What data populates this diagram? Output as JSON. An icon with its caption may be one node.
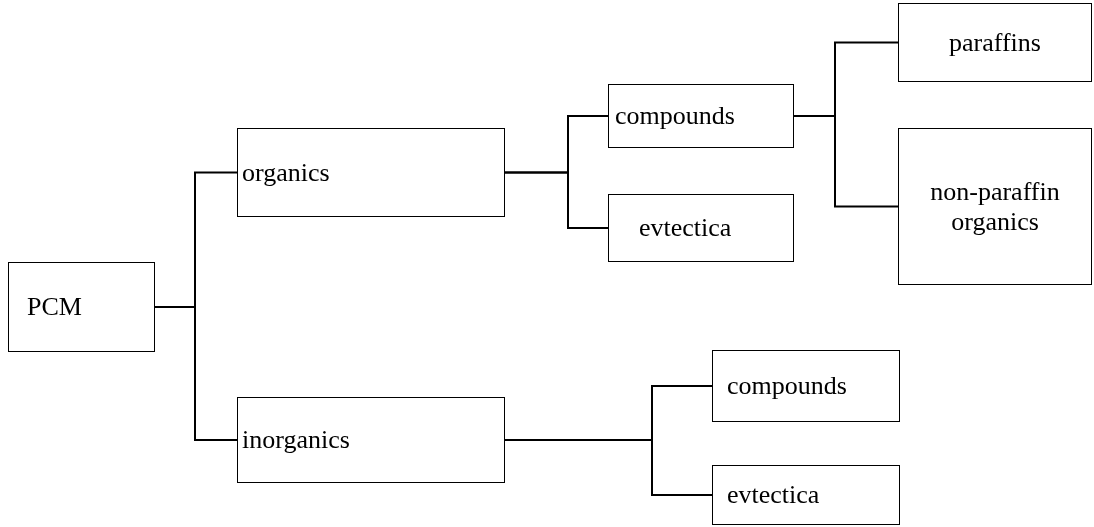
{
  "diagram": {
    "nodes": [
      {
        "text": [
          "PCM"
        ]
      },
      {
        "text": [
          "organics"
        ]
      },
      {
        "text": [
          "compounds"
        ]
      },
      {
        "text": [
          "evtectica"
        ]
      },
      {
        "text": [
          "paraffins"
        ]
      },
      {
        "text": [
          "non-paraffin organics"
        ]
      },
      {
        "text": [
          "inorganics"
        ]
      },
      {
        "text": [
          "compounds"
        ]
      },
      {
        "text": [
          "evtectica"
        ]
      }
    ],
    "edges": [
      {
        "from": 0,
        "to": 1,
        "arrow": "none"
      },
      {
        "from": 0,
        "to": 6,
        "arrow": "none"
      },
      {
        "from": 1,
        "to": 2,
        "arrow": "none"
      },
      {
        "from": 1,
        "to": 3,
        "arrow": "none"
      },
      {
        "from": 2,
        "to": 4,
        "arrow": "none"
      },
      {
        "from": 2,
        "to": 5,
        "arrow": "none"
      },
      {
        "from": 6,
        "to": 7,
        "arrow": "none"
      },
      {
        "from": 6,
        "to": 8,
        "arrow": "none"
      }
    ]
  }
}
